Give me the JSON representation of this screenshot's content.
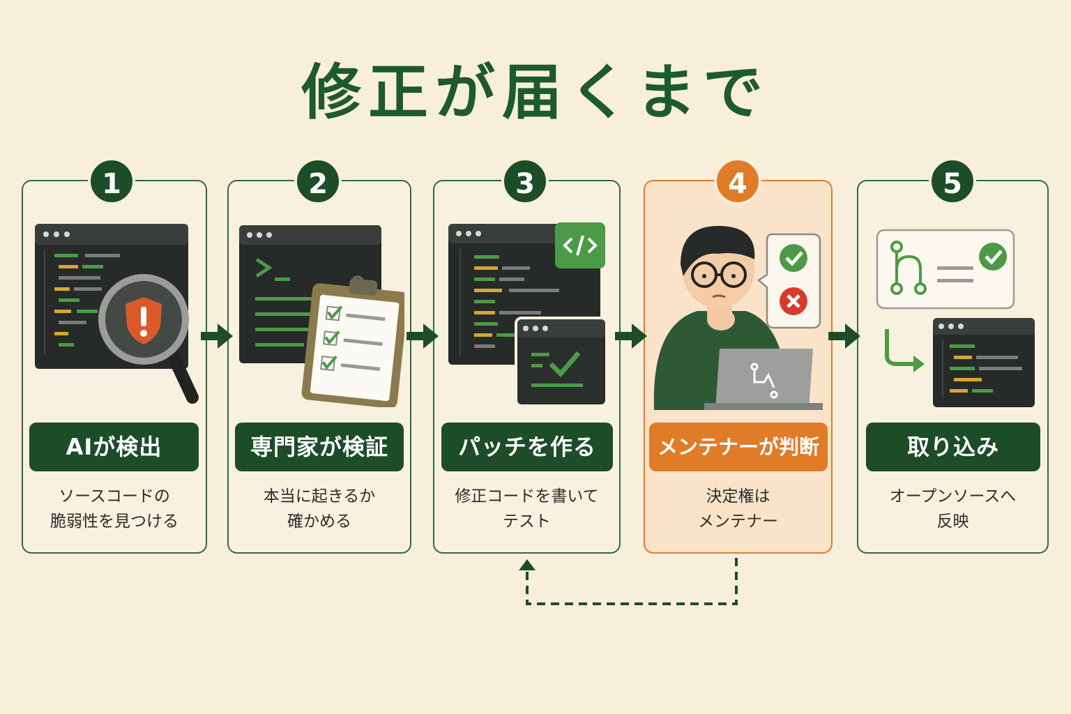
{
  "title": "修正が届くまで",
  "steps": [
    {
      "number": "1",
      "label": "AIが検出",
      "desc_line1": "ソースコードの",
      "desc_line2": "脆弱性を見つける"
    },
    {
      "number": "2",
      "label": "専門家が検証",
      "desc_line1": "本当に起きるか",
      "desc_line2": "確かめる"
    },
    {
      "number": "3",
      "label": "パッチを作る",
      "desc_line1": "修正コードを書いて",
      "desc_line2": "テスト"
    },
    {
      "number": "4",
      "label": "メンテナーが判断",
      "desc_line1": "決定権は",
      "desc_line2": "メンテナー"
    },
    {
      "number": "5",
      "label": "取り込み",
      "desc_line1": "オープンソースへ",
      "desc_line2": "反映"
    }
  ],
  "colors": {
    "background": "#f8efdb",
    "primary_green": "#1d4d28",
    "title_green": "#1d5a2c",
    "highlight_orange": "#e07b28",
    "highlight_card": "#fae3c8"
  },
  "icons": {
    "step1": [
      "code-window-icon",
      "magnifier-icon",
      "warning-shield-icon"
    ],
    "step2": [
      "terminal-window-icon",
      "checklist-clipboard-icon"
    ],
    "step3": [
      "code-window-icon",
      "code-tag-icon",
      "test-pass-window-icon"
    ],
    "step4": [
      "maintainer-person-icon",
      "laptop-icon",
      "approve-icon",
      "reject-icon"
    ],
    "step5": [
      "merge-branch-icon",
      "check-icon",
      "merged-code-window-icon"
    ],
    "loop": "dashed-return-arrow-icon"
  }
}
